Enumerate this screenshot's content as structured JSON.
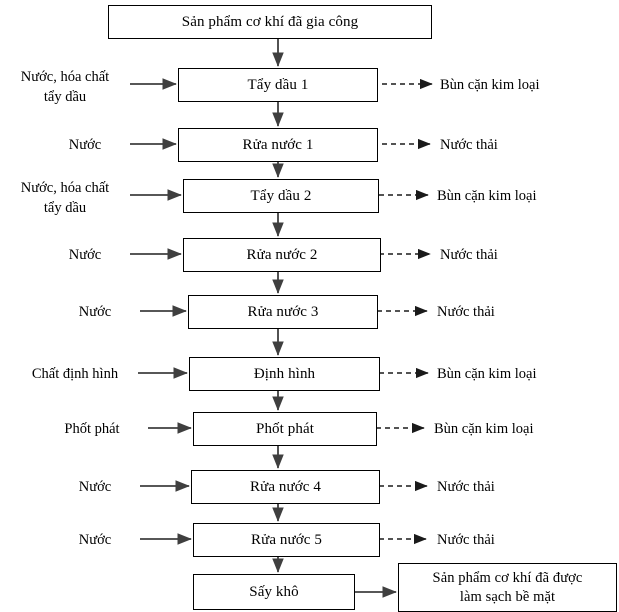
{
  "diagram": {
    "title_box": "Sản phẩm cơ khí đã gia công",
    "steps": [
      {
        "name": "Tẩy dầu 1",
        "input": "Nước, hóa chất|tẩy dầu",
        "output": "Bùn cặn kim loại"
      },
      {
        "name": "Rửa nước 1",
        "input": "Nước",
        "output": "Nước thải"
      },
      {
        "name": "Tẩy dầu 2",
        "input": "Nước, hóa chất|tẩy dầu",
        "output": "Bùn cặn kim loại"
      },
      {
        "name": "Rửa nước 2",
        "input": "Nước",
        "output": "Nước thải"
      },
      {
        "name": "Rửa nước 3",
        "input": "Nước",
        "output": "Nước thải"
      },
      {
        "name": "Định hình",
        "input": "Chất định hình",
        "output": "Bùn cặn kim loại"
      },
      {
        "name": "Phốt phát",
        "input": "Phốt phát",
        "output": "Bùn cặn kim loại"
      },
      {
        "name": "Rửa nước 4",
        "input": "Nước",
        "output": "Nước thải"
      },
      {
        "name": "Rửa nước 5",
        "input": "Nước",
        "output": "Nước thải"
      }
    ],
    "dry_box": "Sấy khô",
    "final_box_line1": "Sản phẩm cơ khí đã được",
    "final_box_line2": "làm sạch bề mặt",
    "inputs": {
      "step1_line1": "Nước, hóa chất",
      "step1_line2": "tẩy dầu",
      "step2": "Nước",
      "step3_line1": "Nước, hóa chất",
      "step3_line2": "tẩy dầu",
      "step4": "Nước",
      "step5": "Nước",
      "step6": "Chất định hình",
      "step7": "Phốt phát",
      "step8": "Nước",
      "step9": "Nước"
    },
    "outputs": {
      "step1": "Bùn cặn kim loại",
      "step2": "Nước thải",
      "step3": "Bùn cặn kim loại",
      "step4": "Nước thải",
      "step5": "Nước thải",
      "step6": "Bùn cặn kim loại",
      "step7": "Bùn cặn kim loại",
      "step8": "Nước thải",
      "step9": "Nước thải"
    },
    "colors": {
      "stroke": "#000000",
      "arrow": "#3f3f3f",
      "background": "#ffffff"
    }
  }
}
